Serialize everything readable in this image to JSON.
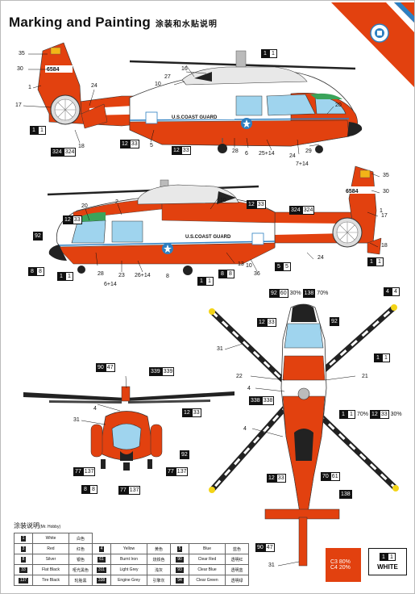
{
  "header": {
    "title": "Marking and Painting",
    "title_cn": "涂装和水贴说明"
  },
  "colors": {
    "orange": "#e2410f",
    "white": "#ffffff",
    "black": "#111111",
    "blue": "#2d7fc1",
    "glass": "#9fd4ee",
    "grey": "#cfcfcf"
  },
  "tail_number": "6584",
  "fuselage_text": "U.S.COAST GUARD",
  "chips": {
    "c1_1": {
      "a": "1",
      "b": "1"
    },
    "c12_33": {
      "a": "12",
      "b": "33"
    },
    "c324_324": {
      "a": "324",
      "b": "324"
    },
    "c8_8": {
      "a": "8",
      "b": "8"
    },
    "c5_5": {
      "a": "5",
      "b": "5"
    },
    "c4_4": {
      "a": "4",
      "b": "4"
    },
    "c92": {
      "a": "92"
    },
    "c138": {
      "a": "138"
    },
    "c338_338": {
      "a": "338",
      "b": "338"
    },
    "c339_339": {
      "a": "339",
      "b": "339"
    },
    "c90_47": {
      "a": "90",
      "b": "47"
    },
    "c77_137": {
      "a": "77",
      "b": "137"
    },
    "c70_61": {
      "a": "70",
      "b": "61"
    },
    "c92_60": {
      "a": "92",
      "b": "60"
    },
    "pct30": "30%",
    "pct70": "70%"
  },
  "callouts": {
    "n1": "1",
    "n2": "2",
    "n4": "4",
    "n5": "5",
    "n6": "6",
    "n8": "8",
    "n10": "10",
    "n13": "13",
    "n16": "16",
    "n17": "17",
    "n18": "18",
    "n20": "20",
    "n21": "21",
    "n22": "22",
    "n23": "23",
    "n24": "24",
    "n27": "27",
    "n28": "28",
    "n29": "29",
    "n30": "30",
    "n31": "31",
    "n35": "35",
    "n36": "36",
    "n25_14": "25+14",
    "n7_14": "7+14",
    "n26_14": "26+14",
    "n6_14": "6+14"
  },
  "legend": {
    "title": "涂装说明",
    "subtitle": "(Mr. Hobby)",
    "rows": [
      [
        {
          "code": "1",
          "en": "White",
          "zh": "白色"
        }
      ],
      [
        {
          "code": "3",
          "en": "Red",
          "zh": "红色"
        },
        {
          "code": "4",
          "en": "Yellow",
          "zh": "黄色"
        },
        {
          "code": "5",
          "en": "Blue",
          "zh": "蓝色"
        }
      ],
      [
        {
          "code": "8",
          "en": "Silver",
          "zh": "银色"
        },
        {
          "code": "61",
          "en": "Burnt Iron",
          "zh": "烧铁色"
        },
        {
          "code": "90",
          "en": "Clear Red",
          "zh": "透明红"
        }
      ],
      [
        {
          "code": "33",
          "en": "Flat Black",
          "zh": "哑光黑色"
        },
        {
          "code": "311",
          "en": "Light Grey",
          "zh": "浅灰"
        },
        {
          "code": "93",
          "en": "Clear Blue",
          "zh": "透明蓝"
        }
      ],
      [
        {
          "code": "137",
          "en": "Tire Black",
          "zh": "轮胎黑"
        },
        {
          "code": "338",
          "en": "Engine Grey",
          "zh": "引擎灰"
        },
        {
          "code": "94",
          "en": "Clear Green",
          "zh": "透明绿"
        }
      ]
    ]
  },
  "clear_box": {
    "line1": "C3 80%",
    "line2": "C4 20%"
  },
  "white_box": {
    "a": "1",
    "b": "1",
    "label": "WHITE"
  }
}
